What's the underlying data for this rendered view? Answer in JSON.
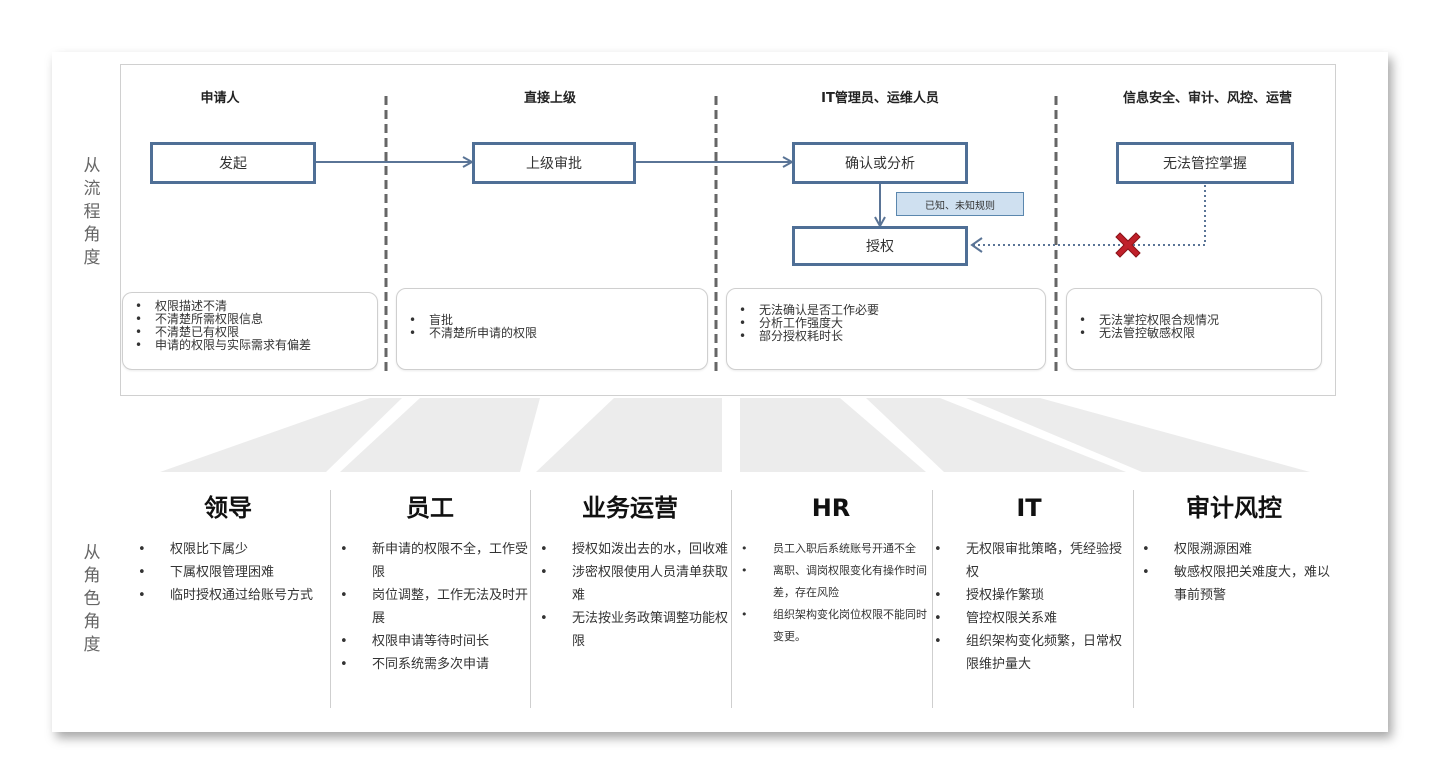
{
  "side_labels": {
    "process": "从\n流\n程\n角\n度",
    "role": "从\n角\n色\n角\n度"
  },
  "lanes": [
    "申请人",
    "直接上级",
    "IT管理员、运维人员",
    "信息安全、审计、风控、运营"
  ],
  "process_boxes": {
    "initiate": "发起",
    "superior_approval": "上级审批",
    "confirm_analyze": "确认或分析",
    "authorize": "授权",
    "uncontrollable": "无法管控掌握"
  },
  "note": "已知、未知规则",
  "issues": [
    [
      "权限描述不清",
      "不清楚所需权限信息",
      "不清楚已有权限",
      "申请的权限与实际需求有偏差"
    ],
    [
      "盲批",
      "不清楚所申请的权限"
    ],
    [
      "无法确认是否工作必要",
      "分析工作强度大",
      "部分授权耗时长"
    ],
    [
      "无法掌控权限合规情况",
      "无法管控敏感权限"
    ]
  ],
  "roles": [
    {
      "title": "领导",
      "items": [
        "权限比下属少",
        "下属权限管理困难",
        "临时授权通过给账号方式"
      ]
    },
    {
      "title": "员工",
      "items": [
        "新申请的权限不全，工作受限",
        "岗位调整，工作无法及时开展",
        "权限申请等待时间长",
        "不同系统需多次申请"
      ]
    },
    {
      "title": "业务运营",
      "items": [
        "授权如泼出去的水，回收难",
        "涉密权限使用人员清单获取难",
        "无法按业务政策调整功能权限"
      ]
    },
    {
      "title": "HR",
      "items": [
        "员工入职后系统账号开通不全",
        "离职、调岗权限变化有操作时间差，存在风险",
        "组织架构变化岗位权限不能同时变更。"
      ]
    },
    {
      "title": "IT",
      "items": [
        "无权限审批策略，凭经验授权",
        "授权操作繁琐",
        "管控权限关系难",
        "组织架构变化频繁，日常权限维护量大"
      ]
    },
    {
      "title": "审计风控",
      "items": [
        "权限溯源困难",
        "敏感权限把关难度大，难以事前预警"
      ]
    }
  ],
  "colors": {
    "box_border": "#4f6f96",
    "arrow": "#5a7496",
    "note_fill": "#cfe0f0",
    "cross": "#c0202a"
  }
}
